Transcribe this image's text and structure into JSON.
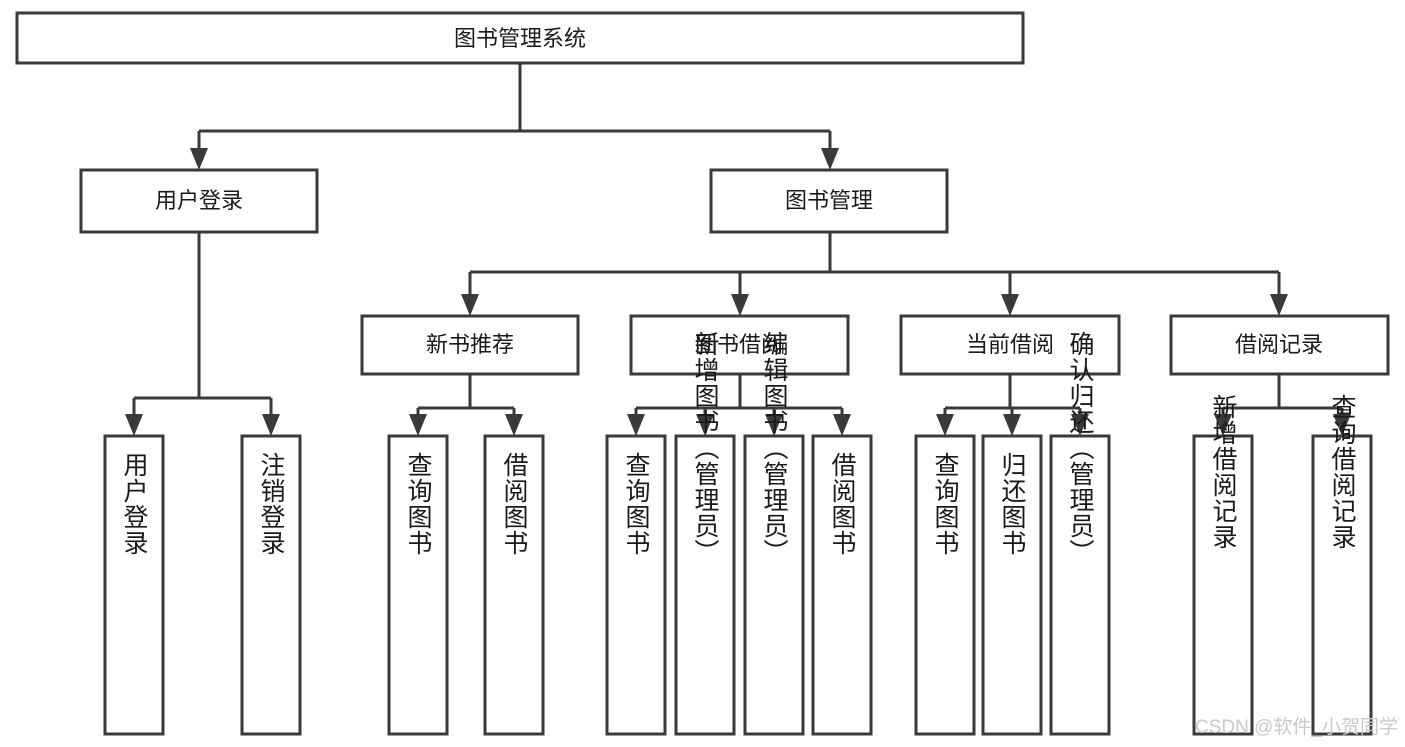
{
  "diagram": {
    "type": "tree-hierarchy-chart",
    "title_text": "图书管理系统",
    "orientation": "top-down",
    "colors": {
      "box_fill": "#ffffff",
      "box_stroke": "#3a3a3a",
      "text": "#1a1a1a",
      "background": "#ffffff",
      "watermark": "#c9c9c9"
    },
    "levels": {
      "root": {
        "label": "图书管理系统"
      },
      "level2": [
        {
          "id": "user-login",
          "label": "用户登录"
        },
        {
          "id": "book-manage",
          "label": "图书管理"
        }
      ],
      "level3": [
        {
          "id": "new-book-recommend",
          "label": "新书推荐"
        },
        {
          "id": "book-borrow",
          "label": "图书借阅"
        },
        {
          "id": "current-borrow",
          "label": "当前借阅"
        },
        {
          "id": "borrow-record",
          "label": "借阅记录"
        }
      ],
      "leaves": [
        {
          "id": "leaf-user-login",
          "label": "用户登录",
          "parent": "user-login"
        },
        {
          "id": "leaf-logout-login",
          "label": "注销登录",
          "parent": "user-login"
        },
        {
          "id": "leaf-query-book-1",
          "label": "查询图书",
          "parent": "new-book-recommend"
        },
        {
          "id": "leaf-borrow-book-1",
          "label": "借阅图书",
          "parent": "new-book-recommend"
        },
        {
          "id": "leaf-query-book-2",
          "label": "查询图书",
          "parent": "book-borrow"
        },
        {
          "id": "leaf-add-book",
          "label": "新增图书（管理员）",
          "parent": "book-borrow"
        },
        {
          "id": "leaf-edit-book",
          "label": "编辑图书（管理员）",
          "parent": "book-borrow"
        },
        {
          "id": "leaf-borrow-book-2",
          "label": "借阅图书",
          "parent": "book-borrow"
        },
        {
          "id": "leaf-query-book-3",
          "label": "查询图书",
          "parent": "current-borrow"
        },
        {
          "id": "leaf-return-book",
          "label": "归还图书",
          "parent": "current-borrow"
        },
        {
          "id": "leaf-confirm-return",
          "label": "确认归还（管理员）",
          "parent": "current-borrow"
        },
        {
          "id": "leaf-add-record",
          "label": "新增借阅记录",
          "parent": "borrow-record"
        },
        {
          "id": "leaf-query-record",
          "label": "查询借阅记录",
          "parent": "borrow-record"
        }
      ]
    }
  },
  "watermark": {
    "label": "CSDN @软件_小贺同学"
  }
}
